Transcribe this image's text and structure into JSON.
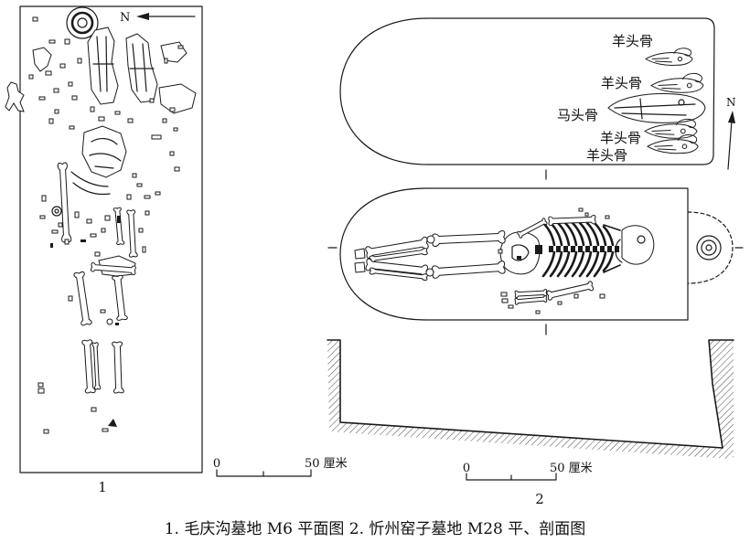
{
  "panel1": {
    "number": "1",
    "north": "N",
    "scale": {
      "zero": "0",
      "end": "50 厘米"
    }
  },
  "panel2": {
    "number": "2",
    "north": "N",
    "skull_labels": [
      "羊头骨",
      "羊头骨",
      "马头骨",
      "羊头骨",
      "羊头骨"
    ],
    "scale": {
      "zero": "0",
      "end": "50 厘米"
    }
  },
  "caption": "1. 毛庆沟墓地 M6 平面图 2. 忻州窑子墓地 M28 平、剖面图"
}
